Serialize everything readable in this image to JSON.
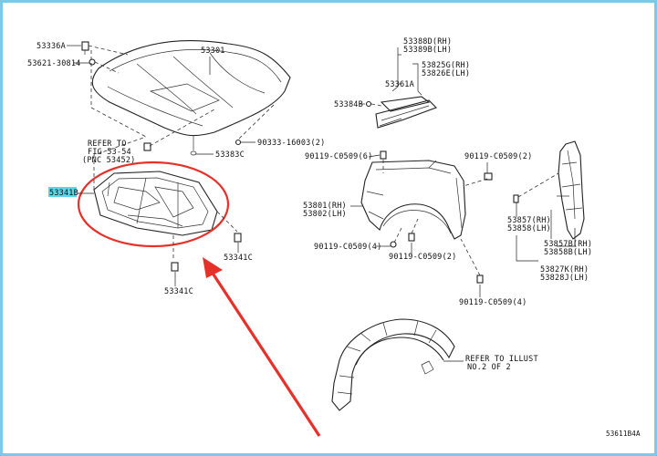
{
  "labels": {
    "l1": "53336A",
    "l2": "53621-30814",
    "l3": "53301",
    "l4": "REFER TO",
    "l5": "FIG 53-54",
    "l6": "(PNC 53452)",
    "l7": "90333-16003(2)",
    "l8": "53383C",
    "l9": "53341B",
    "l10": "53341C",
    "l11": "53341C",
    "l12": "53388D(RH)",
    "l13": "53389B(LH)",
    "l14": "53825G(RH)",
    "l15": "53826E(LH)",
    "l16": "53361A",
    "l17": "53384B",
    "l18": "90119-C0509(6)",
    "l19": "90119-C0509(2)",
    "l20": "53801(RH)",
    "l21": "53802(LH)",
    "l22": "90119-C0509(4)",
    "l23": "90119-C0509(2)",
    "l24": "90119-C0509(4)",
    "l25": "53857(RH)",
    "l26": "53858(LH)",
    "l27": "53857B(RH)",
    "l28": "53858B(LH)",
    "l29": "53827K(RH)",
    "l30": "53828J(LH)",
    "l31": "REFER TO ILLUST",
    "l32": "NO.2 OF 2",
    "l33": "53611B4A"
  },
  "colors": {
    "highlight": "#5fd3e8",
    "callout": "#e8302a",
    "frame": "#7fc7e8"
  }
}
